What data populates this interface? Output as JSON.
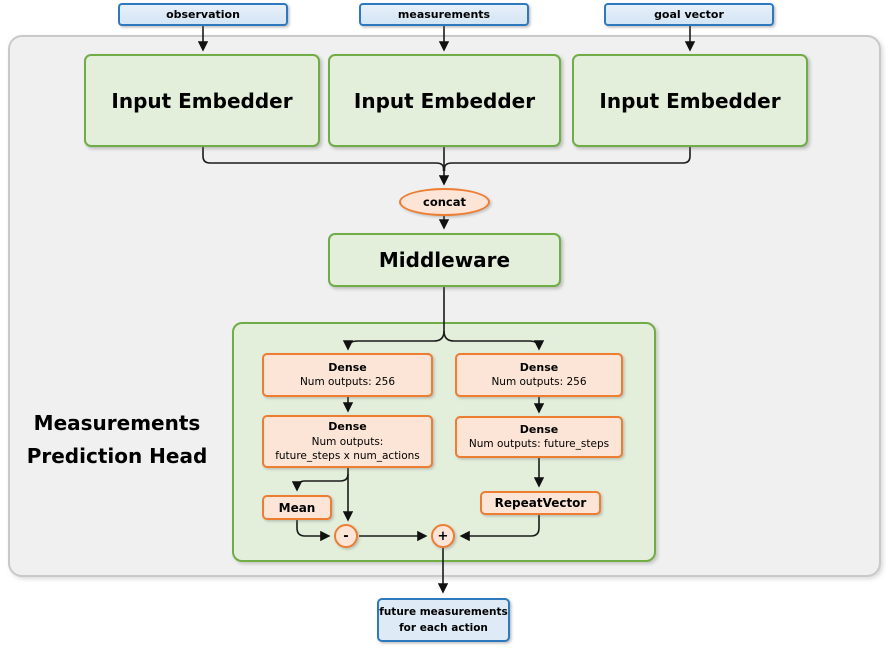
{
  "inputs": [
    {
      "label": "observation"
    },
    {
      "label": "measurements"
    },
    {
      "label": "goal vector"
    }
  ],
  "embedders": [
    {
      "label": "Input Embedder"
    },
    {
      "label": "Input Embedder"
    },
    {
      "label": "Input Embedder"
    }
  ],
  "concat_label": "concat",
  "middleware_label": "Middleware",
  "head": {
    "title": "Measurements Prediction Head",
    "dense_left_1": {
      "name": "Dense",
      "detail": "Num outputs: 256"
    },
    "dense_right_1": {
      "name": "Dense",
      "detail": "Num outputs: 256"
    },
    "dense_left_2": {
      "name": "Dense",
      "detail": "Num outputs:\nfuture_steps x num_actions"
    },
    "dense_right_2": {
      "name": "Dense",
      "detail": "Num outputs: future_steps"
    },
    "mean_label": "Mean",
    "repeat_label": "RepeatVector",
    "minus_label": "-",
    "plus_label": "+"
  },
  "output": {
    "label": "future measurements\nfor each action"
  },
  "colors": {
    "blue_border": "#2E79BE",
    "blue_fill": "#DEEBF7",
    "green_border": "#70AD47",
    "green_fill": "#E3EFDB",
    "orange_border": "#ED7D31",
    "orange_fill": "#FCE4D6",
    "frame_fill": "#F0F0F0",
    "frame_border": "#C9C9C9",
    "wire": "#1A1A1A"
  }
}
